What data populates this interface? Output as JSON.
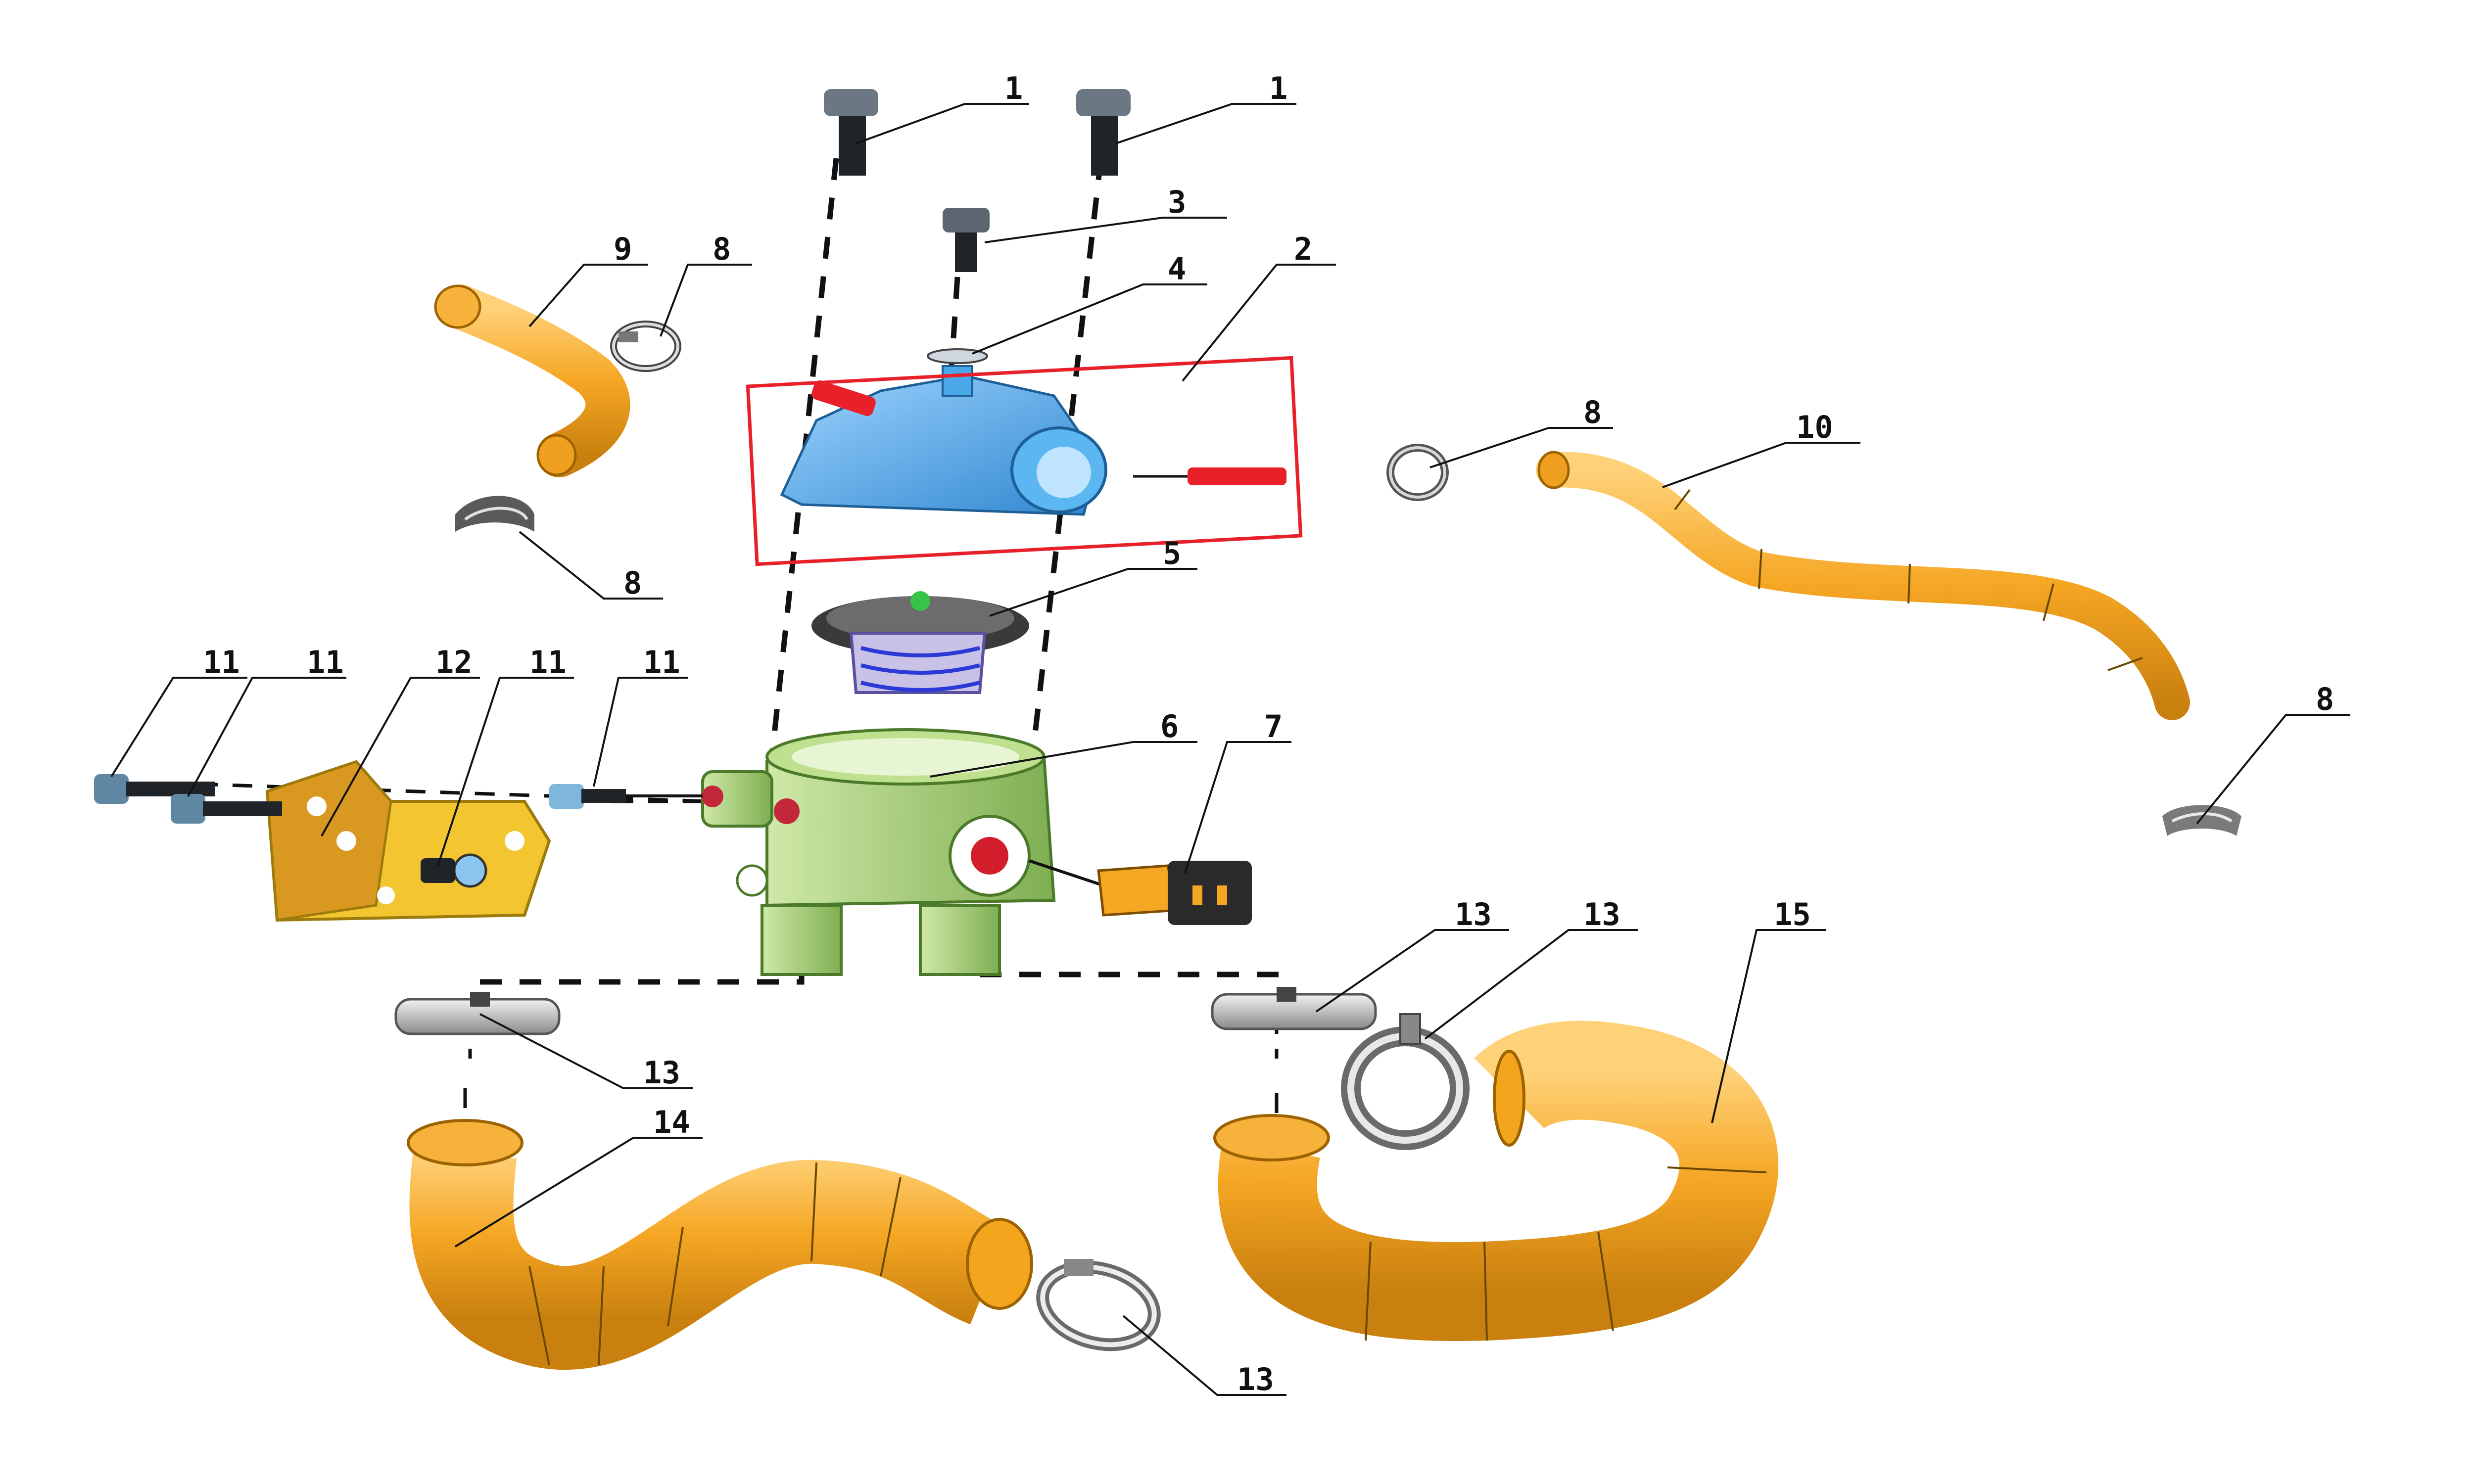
{
  "callouts": [
    {
      "key": "c1a",
      "text": "1"
    },
    {
      "key": "c1b",
      "text": "1"
    },
    {
      "key": "c3",
      "text": "3"
    },
    {
      "key": "c4",
      "text": "4"
    },
    {
      "key": "c2",
      "text": "2"
    },
    {
      "key": "c9",
      "text": "9"
    },
    {
      "key": "c8a",
      "text": "8"
    },
    {
      "key": "c8b",
      "text": "8"
    },
    {
      "key": "c8c",
      "text": "8"
    },
    {
      "key": "c8d",
      "text": "8"
    },
    {
      "key": "c10",
      "text": "10"
    },
    {
      "key": "c5",
      "text": "5"
    },
    {
      "key": "c11a",
      "text": "11"
    },
    {
      "key": "c11b",
      "text": "11"
    },
    {
      "key": "c12",
      "text": "12"
    },
    {
      "key": "c11c",
      "text": "11"
    },
    {
      "key": "c11d",
      "text": "11"
    },
    {
      "key": "c6",
      "text": "6"
    },
    {
      "key": "c7",
      "text": "7"
    },
    {
      "key": "c13a",
      "text": "13"
    },
    {
      "key": "c13b",
      "text": "13"
    },
    {
      "key": "c13c",
      "text": "13"
    },
    {
      "key": "c13d",
      "text": "13"
    },
    {
      "key": "c14",
      "text": "14"
    },
    {
      "key": "c15",
      "text": "15"
    }
  ],
  "colors": {
    "hose": "#f5a623",
    "hose_dark": "#c07a0a",
    "thermostat_cover": "#4aa8e8",
    "housing": "#a9d47e",
    "bracket": "#f2c531",
    "highlight_box": "#e8202a",
    "clamp": "#c8c8c8",
    "bolt": "#4a5560"
  }
}
